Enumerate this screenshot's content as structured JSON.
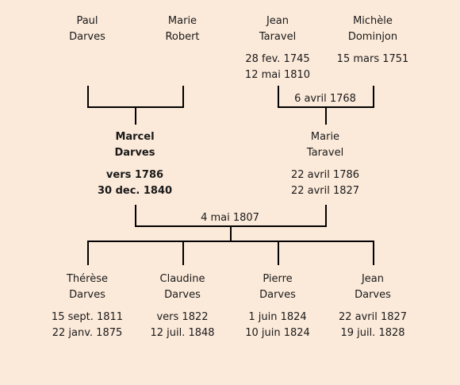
{
  "grandparents": [
    {
      "first": "Paul",
      "last": "Darves",
      "born": "",
      "died": ""
    },
    {
      "first": "Marie",
      "last": "Robert",
      "born": "",
      "died": ""
    },
    {
      "first": "Jean",
      "last": "Taravel",
      "born": "28 fev. 1745",
      "died": "12 mai 1810"
    },
    {
      "first": "Michèle",
      "last": "Dominjon",
      "born": "15 mars 1751",
      "died": ""
    }
  ],
  "grandparents_marriage": {
    "right": "6 avril 1768"
  },
  "parents": [
    {
      "first": "Marcel",
      "last": "Darves",
      "born": "vers 1786",
      "died": "30 dec. 1840"
    },
    {
      "first": "Marie",
      "last": "Taravel",
      "born": "22 avril 1786",
      "died": "22 avril 1827"
    }
  ],
  "parents_marriage": "4 mai 1807",
  "children": [
    {
      "first": "Thérèse",
      "last": "Darves",
      "born": "15 sept. 1811",
      "died": "22 janv. 1875"
    },
    {
      "first": "Claudine",
      "last": "Darves",
      "born": "vers 1822",
      "died": "12 juil. 1848"
    },
    {
      "first": "Pierre",
      "last": "Darves",
      "born": "1 juin 1824",
      "died": "10 juin 1824"
    },
    {
      "first": "Jean",
      "last": "Darves",
      "born": "22 avril 1827",
      "died": "19 juil. 1828"
    }
  ]
}
